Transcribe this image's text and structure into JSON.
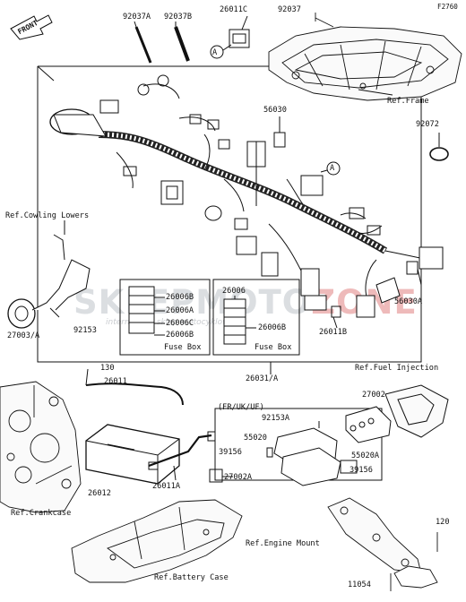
{
  "diagram_code": "F2760",
  "direction_label": "FRONT",
  "watermark": {
    "brand_a": "SKLEPMOTO",
    "brand_b": "ZONE",
    "sub": "internetowy sklep motocyklowy"
  },
  "parts": {
    "p92037A": "92037A",
    "p92037B": "92037B",
    "p26011C": "26011C",
    "p92037": "92037",
    "p56030": "56030",
    "p92072": "92072",
    "p26006": "26006",
    "p26006B_left": "26006B",
    "p26006A": "26006A",
    "p26006C": "26006C",
    "p26006B_left2": "26006B",
    "p26006B_right": "26006B",
    "p27003A": "27003/A",
    "p92153": "92153",
    "p56030A": "56030A",
    "p26011B": "26011B",
    "p26031A": "26031/A",
    "p130": "130",
    "p26011": "26011",
    "p27002": "27002",
    "p92153A": "92153A",
    "p55020": "55020",
    "p55020A": "55020A",
    "p39156_left": "39156",
    "p39156_right": "39156",
    "p26012": "26012",
    "p26011A": "26011A",
    "p27002A": "27002A",
    "p120": "120",
    "p11054": "11054"
  },
  "refs": {
    "frame": "Ref.Frame",
    "cowling": "Ref.Cowling Lowers",
    "fuel_injection": "Ref.Fuel Injection",
    "crankcase": "Ref.Crankcase",
    "engine_mount": "Ref.Engine Mount",
    "battery_case": "Ref.Battery Case"
  },
  "fuse_box_label_left": "Fuse Box",
  "fuse_box_label_right": "Fuse Box",
  "region_label": "(FR/UK/UF)",
  "callout_letter_1": "A",
  "callout_letter_2": "A"
}
